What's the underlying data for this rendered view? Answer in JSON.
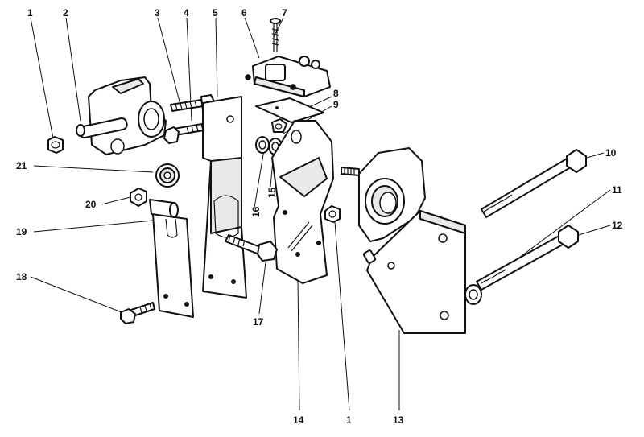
{
  "callouts": [
    {
      "id": "c1a",
      "text": "1"
    },
    {
      "id": "c2",
      "text": "2"
    },
    {
      "id": "c3",
      "text": "3"
    },
    {
      "id": "c4",
      "text": "4"
    },
    {
      "id": "c5",
      "text": "5"
    },
    {
      "id": "c6",
      "text": "6"
    },
    {
      "id": "c7",
      "text": "7"
    },
    {
      "id": "c8",
      "text": "8"
    },
    {
      "id": "c9",
      "text": "9"
    },
    {
      "id": "c10",
      "text": "10"
    },
    {
      "id": "c11",
      "text": "11"
    },
    {
      "id": "c12",
      "text": "12"
    },
    {
      "id": "c13",
      "text": "13"
    },
    {
      "id": "c14",
      "text": "14"
    },
    {
      "id": "c1b",
      "text": "1"
    },
    {
      "id": "c15",
      "text": "15"
    },
    {
      "id": "c16",
      "text": "16"
    },
    {
      "id": "c17",
      "text": "17"
    },
    {
      "id": "c18",
      "text": "18"
    },
    {
      "id": "c19",
      "text": "19"
    },
    {
      "id": "c20",
      "text": "20"
    },
    {
      "id": "c21",
      "text": "21"
    }
  ]
}
